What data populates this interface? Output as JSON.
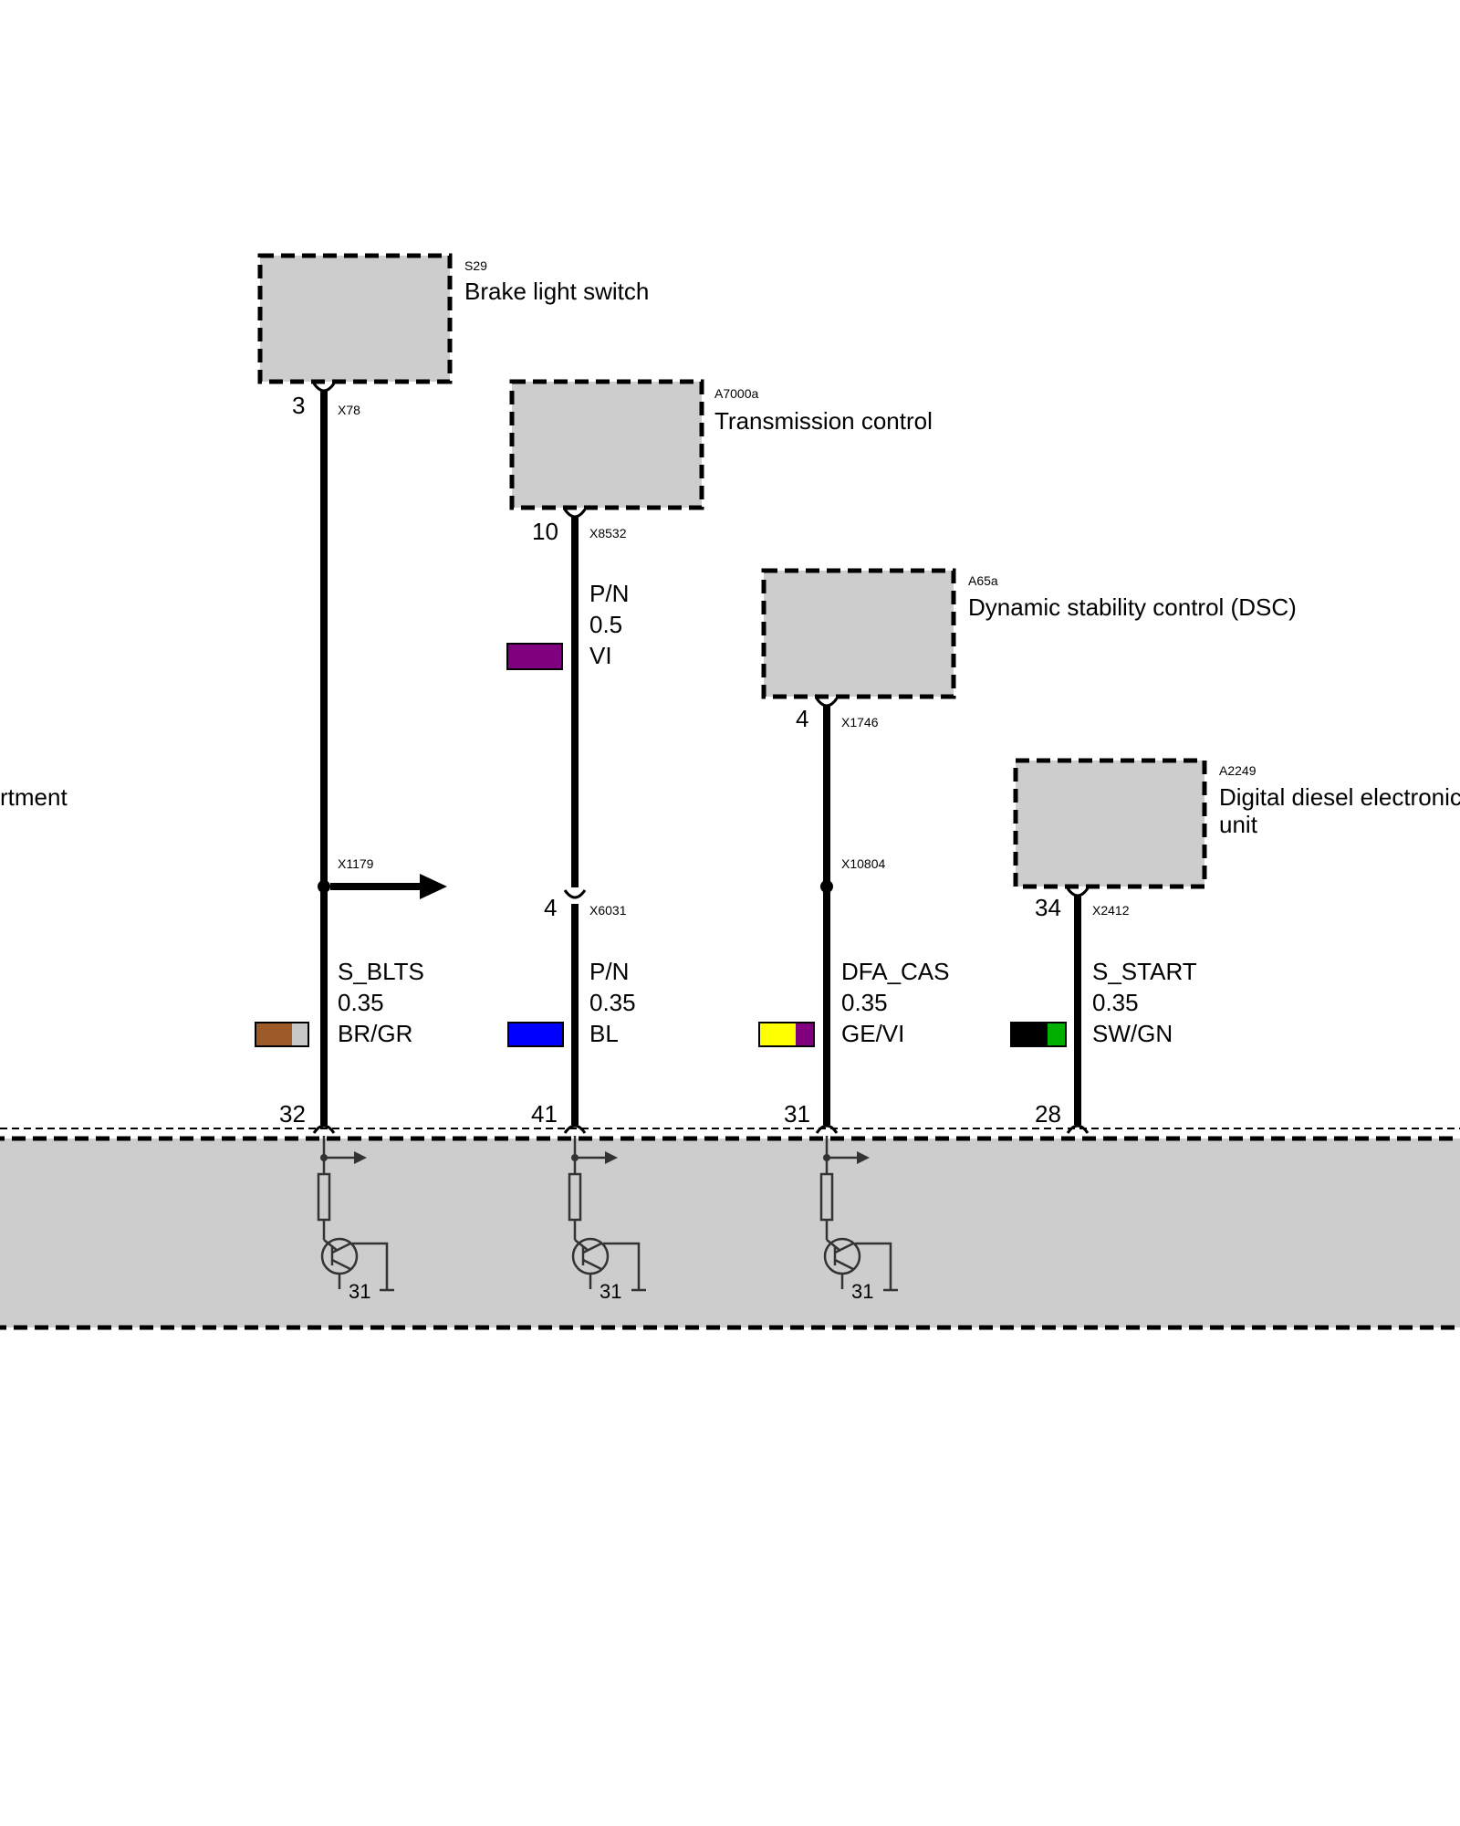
{
  "partial_label": "rtment",
  "components": [
    {
      "id": "S29",
      "name": "Brake light switch"
    },
    {
      "id": "A7000a",
      "name": "Transmission control"
    },
    {
      "id": "A65a",
      "name": "Dynamic stability control (DSC)"
    },
    {
      "id": "A2249",
      "name_line1": "Digital diesel electronic",
      "name_line2": "unit"
    }
  ],
  "connectors": [
    {
      "pin": "3",
      "name": "X78"
    },
    {
      "pin": "10",
      "name": "X8532"
    },
    {
      "pin": "4",
      "name": "X1746"
    },
    {
      "pin": "34",
      "name": "X2412"
    },
    {
      "pin": "4",
      "name": "X6031"
    }
  ],
  "splices": [
    {
      "name": "X1179"
    },
    {
      "name": "X10804"
    }
  ],
  "wires": [
    {
      "signal": "S_BLTS",
      "gauge": "0.35",
      "color_code": "BR/GR",
      "colors": [
        "#9c5a28",
        "#c8c8c8"
      ]
    },
    {
      "signal": "P/N",
      "gauge": "0.5",
      "color_code": "VI",
      "colors": [
        "#800080"
      ]
    },
    {
      "signal": "P/N",
      "gauge": "0.35",
      "color_code": "BL",
      "colors": [
        "#0000ff"
      ]
    },
    {
      "signal": "DFA_CAS",
      "gauge": "0.35",
      "color_code": "GE/VI",
      "colors": [
        "#ffff00",
        "#800080"
      ]
    },
    {
      "signal": "S_START",
      "gauge": "0.35",
      "color_code": "SW/GN",
      "colors": [
        "#000000",
        "#00b000"
      ]
    }
  ],
  "bottom_pins": [
    "32",
    "41",
    "31",
    "28"
  ],
  "ground_labels": [
    "31",
    "31",
    "31"
  ]
}
